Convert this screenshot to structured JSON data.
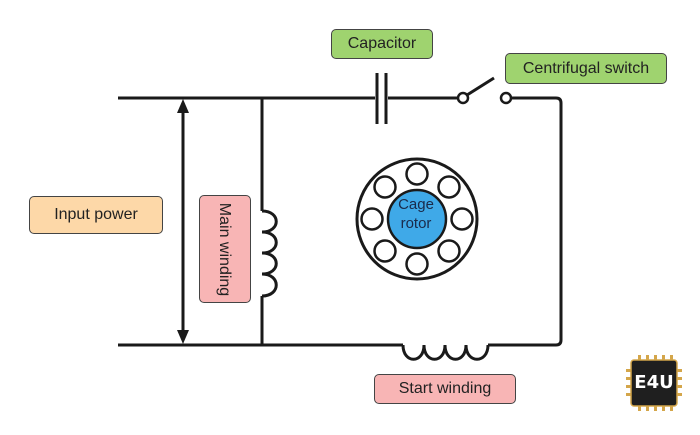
{
  "labels": {
    "capacitor": "Capacitor",
    "centrifugal_switch": "Centrifugal switch",
    "input_power": "Input power",
    "main_winding": "Main winding",
    "start_winding": "Start winding",
    "cage_rotor_line1": "Cage",
    "cage_rotor_line2": "rotor"
  },
  "logo": {
    "text": "E4U"
  },
  "colors": {
    "wire": "#1a1a1a",
    "rotor_core": "#3fa9e8",
    "capacitor_box": "#9fd36f",
    "switch_box": "#9fd36f",
    "input_box": "#fdd8a8",
    "winding_box": "#f8b5b5",
    "logo_body": "#1f1f1f",
    "logo_pins": "#d4a64a"
  }
}
